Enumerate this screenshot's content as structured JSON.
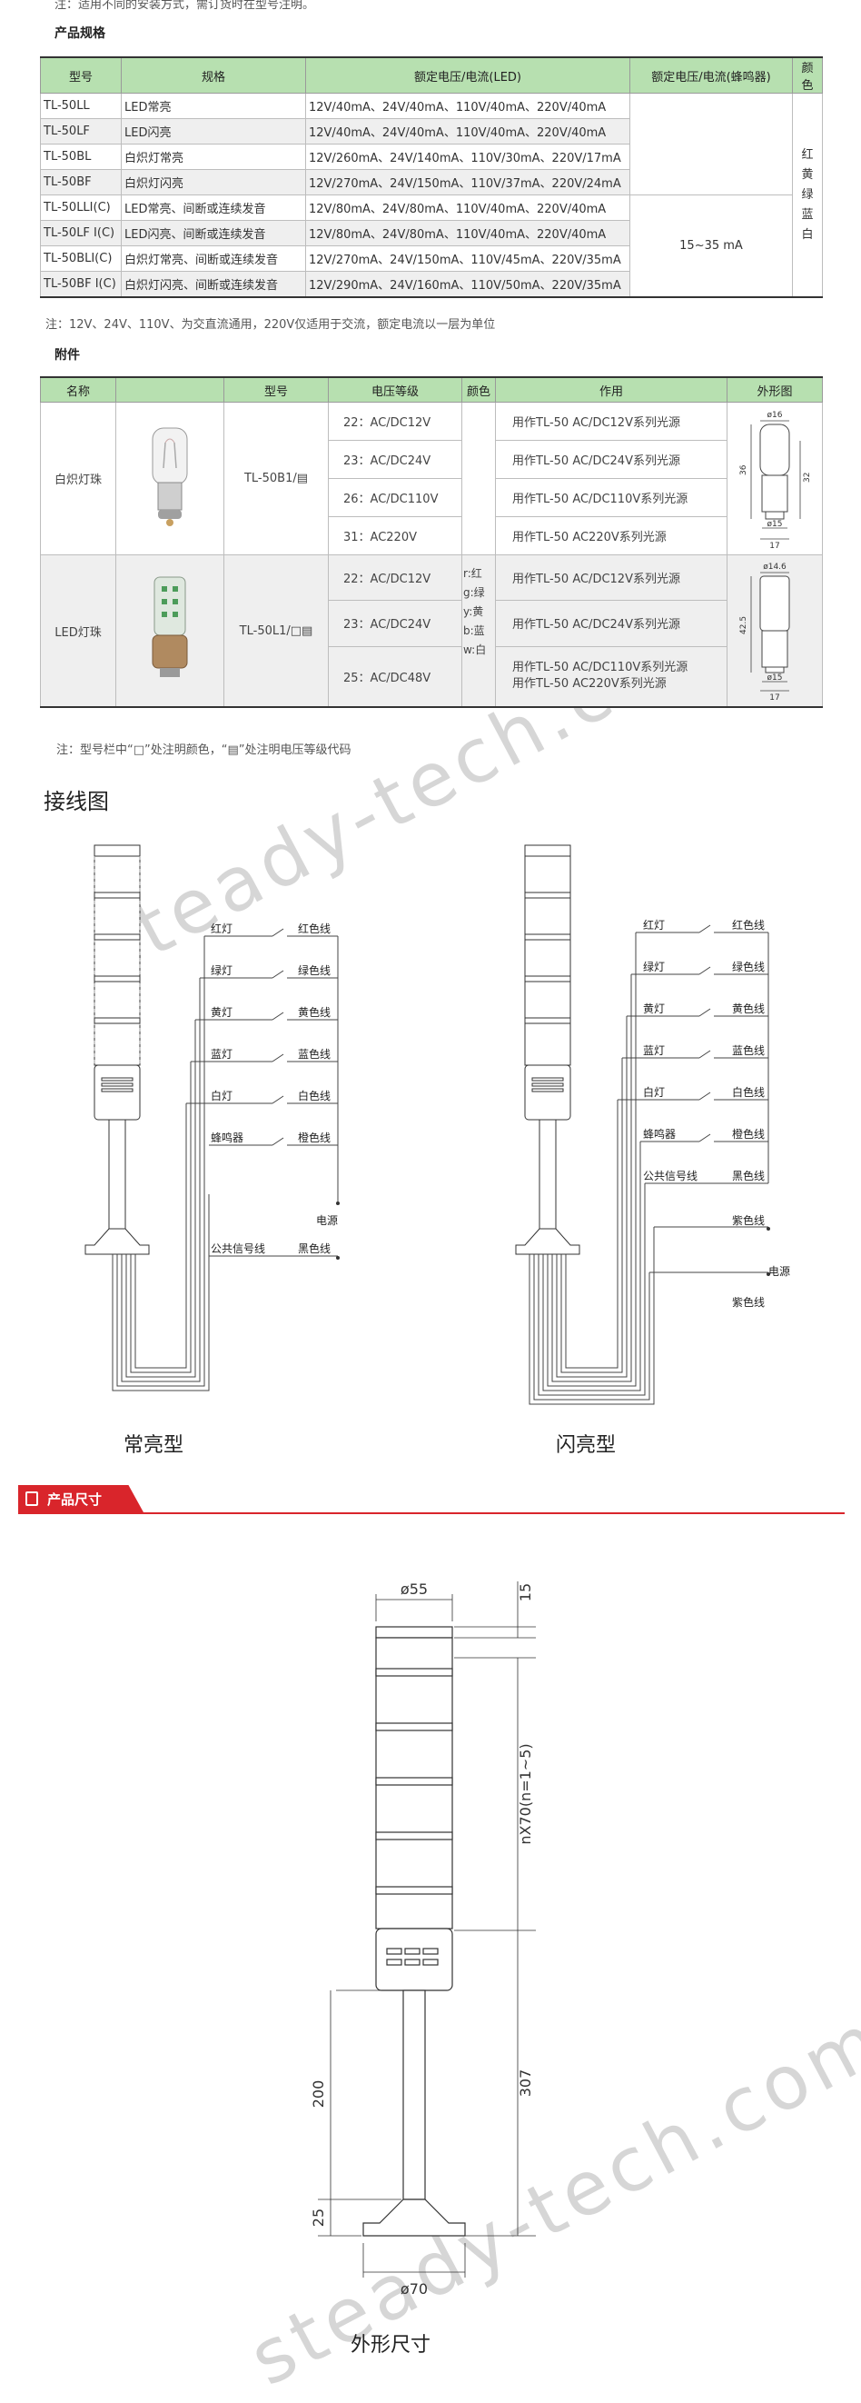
{
  "top_note": "注：适用不同的安装方式，需订货时在型号注明。",
  "spec_section": {
    "title": "产品规格",
    "headers": [
      "型号",
      "规格",
      "额定电压/电流(LED)",
      "额定电压/电流(蜂鸣器)",
      "颜色"
    ],
    "rows": [
      {
        "model": "TL-50LL",
        "spec": "LED常亮",
        "rating": "12V/40mA、24V/40mA、110V/40mA、220V/40mA"
      },
      {
        "model": "TL-50LF",
        "spec": "LED闪亮",
        "rating": "12V/40mA、24V/40mA、110V/40mA、220V/40mA"
      },
      {
        "model": "TL-50BL",
        "spec": "白炽灯常亮",
        "rating": "12V/260mA、24V/140mA、110V/30mA、220V/17mA"
      },
      {
        "model": "TL-50BF",
        "spec": "白炽灯闪亮",
        "rating": "12V/270mA、24V/150mA、110V/37mA、220V/24mA"
      },
      {
        "model": "TL-50LLI(C)",
        "spec": "LED常亮、间断或连续发音",
        "rating": "12V/80mA、24V/80mA、110V/40mA、220V/40mA"
      },
      {
        "model": "TL-50LF I(C)",
        "spec": "LED闪亮、间断或连续发音",
        "rating": "12V/80mA、24V/80mA、110V/40mA、220V/40mA"
      },
      {
        "model": "TL-50BLI(C)",
        "spec": "白炽灯常亮、间断或连续发音",
        "rating": "12V/270mA、24V/150mA、110V/45mA、220V/35mA"
      },
      {
        "model": "TL-50BF I(C)",
        "spec": "白炽灯闪亮、间断或连续发音",
        "rating": "12V/290mA、24V/160mA、110V/50mA、220V/35mA"
      }
    ],
    "buzzer_rating": "15~35 mA",
    "colors": [
      "红",
      "黄",
      "绿",
      "蓝",
      "白"
    ],
    "note": "注：12V、24V、110V、为交直流通用，220V仅适用于交流，额定电流以一层为单位"
  },
  "accessories": {
    "title": "附件",
    "headers": [
      "名称",
      "",
      "型号",
      "电压等级",
      "颜色",
      "作用",
      "外形图"
    ],
    "groups": [
      {
        "name": "白炽灯珠",
        "model": "TL-50B1/▤",
        "rows": [
          {
            "voltage": "22：AC/DC12V",
            "use": "用作TL-50 AC/DC12V系列光源"
          },
          {
            "voltage": "23：AC/DC24V",
            "use": "用作TL-50 AC/DC24V系列光源"
          },
          {
            "voltage": "26：AC/DC110V",
            "use": "用作TL-50 AC/DC110V系列光源"
          },
          {
            "voltage": "31：AC220V",
            "use": "用作TL-50 AC220V系列光源"
          }
        ],
        "dims": {
          "top": "ø16",
          "height": "36",
          "side": "32",
          "base": "ø15",
          "bottom": "17"
        }
      },
      {
        "name": "LED灯珠",
        "model": "TL-50L1/□▤",
        "rows": [
          {
            "voltage": "22：AC/DC12V",
            "use": "用作TL-50 AC/DC12V系列光源"
          },
          {
            "voltage": "23：AC/DC24V",
            "use": "用作TL-50 AC/DC24V系列光源"
          },
          {
            "voltage": "25：AC/DC48V",
            "use": "用作TL-50 AC/DC110V系列光源",
            "use2": "用作TL-50 AC220V系列光源"
          }
        ],
        "colors": [
          "r:红",
          "g:绿",
          "y:黄",
          "b:蓝",
          "w:白"
        ],
        "dims": {
          "top": "ø14.6",
          "height": "42.5",
          "base": "ø15",
          "bottom": "17"
        }
      }
    ],
    "note": "注：型号栏中“□”处注明颜色，“▤”处注明电压等级代码"
  },
  "wiring": {
    "title": "接线图",
    "steady": {
      "caption": "常亮型",
      "lines": [
        {
          "left": "红灯",
          "right": "红色线"
        },
        {
          "left": "绿灯",
          "right": "绿色线"
        },
        {
          "left": "黄灯",
          "right": "黄色线"
        },
        {
          "left": "蓝灯",
          "right": "蓝色线"
        },
        {
          "left": "白灯",
          "right": "白色线"
        },
        {
          "left": "蜂鸣器",
          "right": "橙色线"
        }
      ],
      "power": "电源",
      "common_left": "公共信号线",
      "common_right": "黑色线"
    },
    "flash": {
      "caption": "闪亮型",
      "lines": [
        {
          "left": "红灯",
          "right": "红色线"
        },
        {
          "left": "绿灯",
          "right": "绿色线"
        },
        {
          "left": "黄灯",
          "right": "黄色线"
        },
        {
          "left": "蓝灯",
          "right": "蓝色线"
        },
        {
          "left": "白灯",
          "right": "白色线"
        },
        {
          "left": "蜂鸣器",
          "right": "橙色线"
        }
      ],
      "common_left": "公共信号线",
      "common_right": "黑色线",
      "purple1": "紫色线",
      "power": "电源",
      "purple2": "紫色线"
    }
  },
  "dimensions": {
    "banner": "产品尺寸",
    "top_dia": "ø55",
    "cap": "15",
    "layer": "nX70(n=1~5)",
    "pole": "307",
    "pole_len": "200",
    "base_h": "25",
    "base_dia": "ø70",
    "caption": "外形尺寸"
  },
  "watermark": "steady-tech.com",
  "colors": {
    "header_green": "#b7e0b0",
    "banner_red": "#d9252b"
  }
}
